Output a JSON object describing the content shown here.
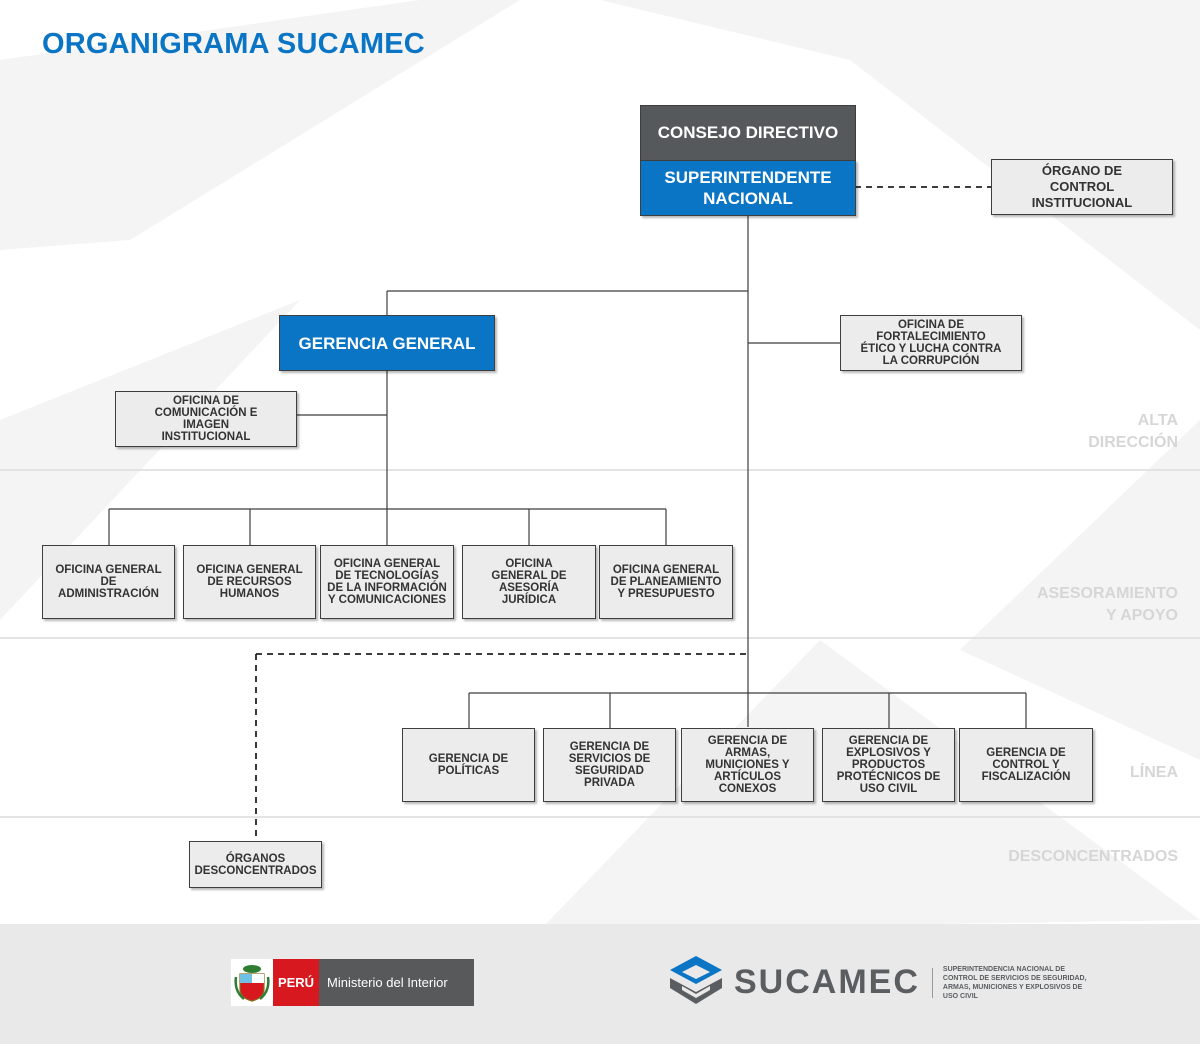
{
  "title": "ORGANIGRAMA SUCAMEC",
  "top": {
    "consejo": "CONSEJO DIRECTIVO",
    "superintendente": "SUPERINTENDENTE NACIONAL",
    "control": "ÓRGANO DE CONTROL INSTITUCIONAL"
  },
  "gerencia_general": "GERENCIA GENERAL",
  "etica": "OFICINA DE FORTALECIMIENTO ÉTICO Y LUCHA CONTRA LA CORRUPCIÓN",
  "comunicacion": "OFICINA DE COMUNICACIÓN E IMAGEN INSTITUCIONAL",
  "oficinas": [
    "OFICINA GENERAL DE ADMINISTRACIÓN",
    "OFICINA GENERAL DE RECURSOS HUMANOS",
    "OFICINA GENERAL DE TECNOLOGÍAS DE LA INFORMACIÓN Y COMUNICACIONES",
    "OFICINA GENERAL DE ASESORÍA JURÍDICA",
    "OFICINA GENERAL DE PLANEAMIENTO Y PRESUPUESTO"
  ],
  "gerencias": [
    "GERENCIA DE POLÍTICAS",
    "GERENCIA DE SERVICIOS DE SEGURIDAD PRIVADA",
    "GERENCIA DE ARMAS, MUNICIONES Y ARTÍCULOS CONEXOS",
    "GERENCIA DE EXPLOSIVOS Y PRODUCTOS PROTÉCNICOS DE USO CIVIL",
    "GERENCIA DE CONTROL Y FISCALIZACIÓN"
  ],
  "desconcentrados": "ÓRGANOS DESCONCENTRADOS",
  "levels": {
    "alta_l1": "ALTA",
    "alta_l2": "DIRECCIÓN",
    "ases_l1": "ASESORAMIENTO",
    "ases_l2": "Y APOYO",
    "linea": "LÍNEA",
    "desc": "DESCONCENTRADOS"
  },
  "footer": {
    "peru": "PERÚ",
    "ministerio": "Ministerio del Interior",
    "sucamec": "SUCAMEC",
    "sucamec_desc": "SUPERINTENDENCIA NACIONAL DE CONTROL DE SERVICIOS DE SEGURIDAD, ARMAS, MUNICIONES Y EXPLOSIVOS DE USO CIVIL"
  },
  "colors": {
    "brand_blue": "#0a74c5",
    "dark_gray": "#56595c",
    "box_gray": "#ececec",
    "peru_red": "#d7181f"
  },
  "icons": [
    "peru-coat-of-arms-icon",
    "sucamec-logo-icon"
  ]
}
